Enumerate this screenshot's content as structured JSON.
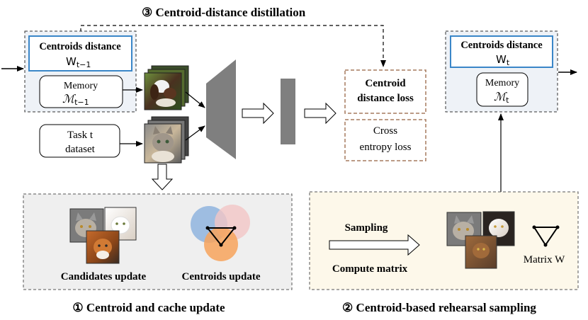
{
  "top_label": "③ Centroid-distance distillation",
  "prev_state": {
    "centroids_title": "Centroids distance",
    "centroids_symbol": "W",
    "centroids_subscript": "t−1",
    "memory_label": "Memory",
    "memory_symbol": "ℳ",
    "memory_subscript": "t−1"
  },
  "task_box": {
    "line1": "Task t",
    "line2": "dataset"
  },
  "losses": {
    "centroid_line1": "Centroid",
    "centroid_line2": "distance loss",
    "ce_line1": "Cross",
    "ce_line2": "entropy loss"
  },
  "new_state": {
    "centroids_title": "Centroids distance",
    "centroids_symbol": "W",
    "centroids_subscript": "t",
    "memory_label": "Memory",
    "memory_symbol": "ℳ",
    "memory_subscript": "t"
  },
  "update_panel": {
    "candidates_label": "Candidates update",
    "centroids_label": "Centroids update",
    "caption": "① Centroid and cache update"
  },
  "sampling_panel": {
    "sampling_label": "Sampling",
    "compute_label": "Compute matrix",
    "matrix_label": "Matrix W",
    "caption": "② Centroid-based rehearsal sampling"
  },
  "colors": {
    "blue_box": "#3a86c8",
    "loss_dashed": "#a57a5e",
    "panel_gray": "#efefef",
    "panel_cream": "#fdf8ea",
    "state_fill": "#eef2f7",
    "network": "#7f7f7f",
    "circle_blue": "#8fb4de",
    "circle_pink": "#f2c6c6",
    "circle_orange": "#f7a35c"
  }
}
